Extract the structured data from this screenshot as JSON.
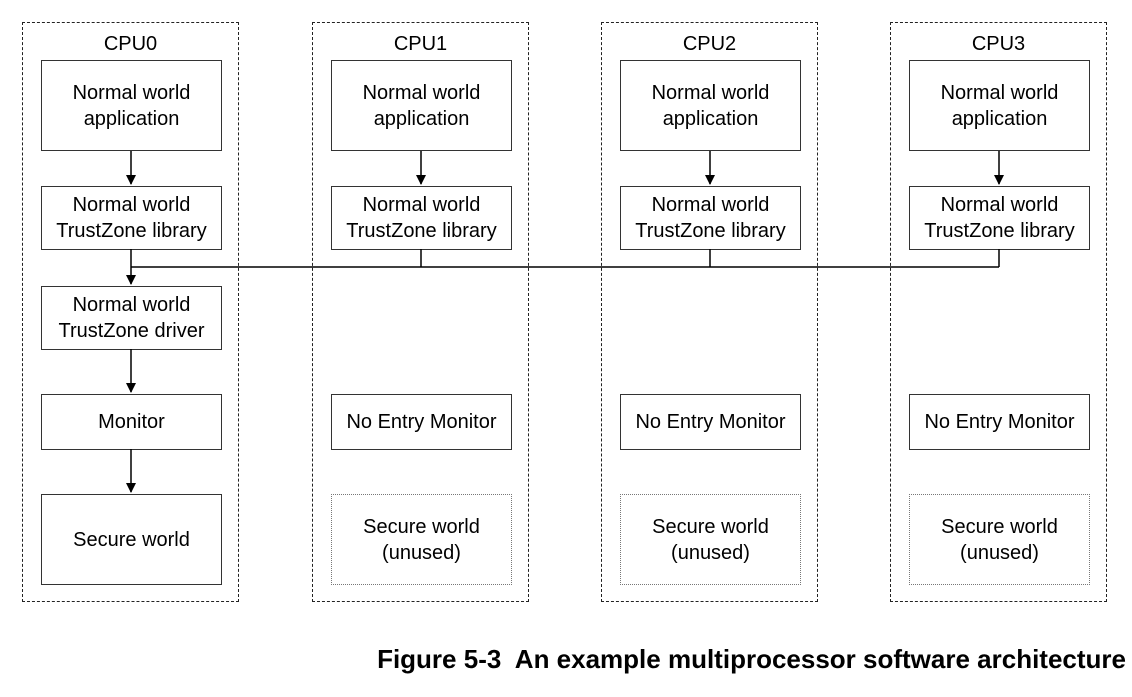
{
  "cpus": [
    {
      "title": "CPU0",
      "app": "Normal world\napplication",
      "lib": "Normal world\nTrustZone library",
      "driver": "Normal world\nTrustZone driver",
      "monitor": "Monitor",
      "secure": "Secure world"
    },
    {
      "title": "CPU1",
      "app": "Normal world\napplication",
      "lib": "Normal world\nTrustZone library",
      "monitor": "No Entry Monitor",
      "secure": "Secure world\n(unused)"
    },
    {
      "title": "CPU2",
      "app": "Normal world\napplication",
      "lib": "Normal world\nTrustZone library",
      "monitor": "No Entry Monitor",
      "secure": "Secure world\n(unused)"
    },
    {
      "title": "CPU3",
      "app": "Normal world\napplication",
      "lib": "Normal world\nTrustZone library",
      "monitor": "No Entry Monitor",
      "secure": "Secure world\n(unused)"
    }
  ],
  "caption": "Figure 5-3  An example multiprocessor software architecture"
}
